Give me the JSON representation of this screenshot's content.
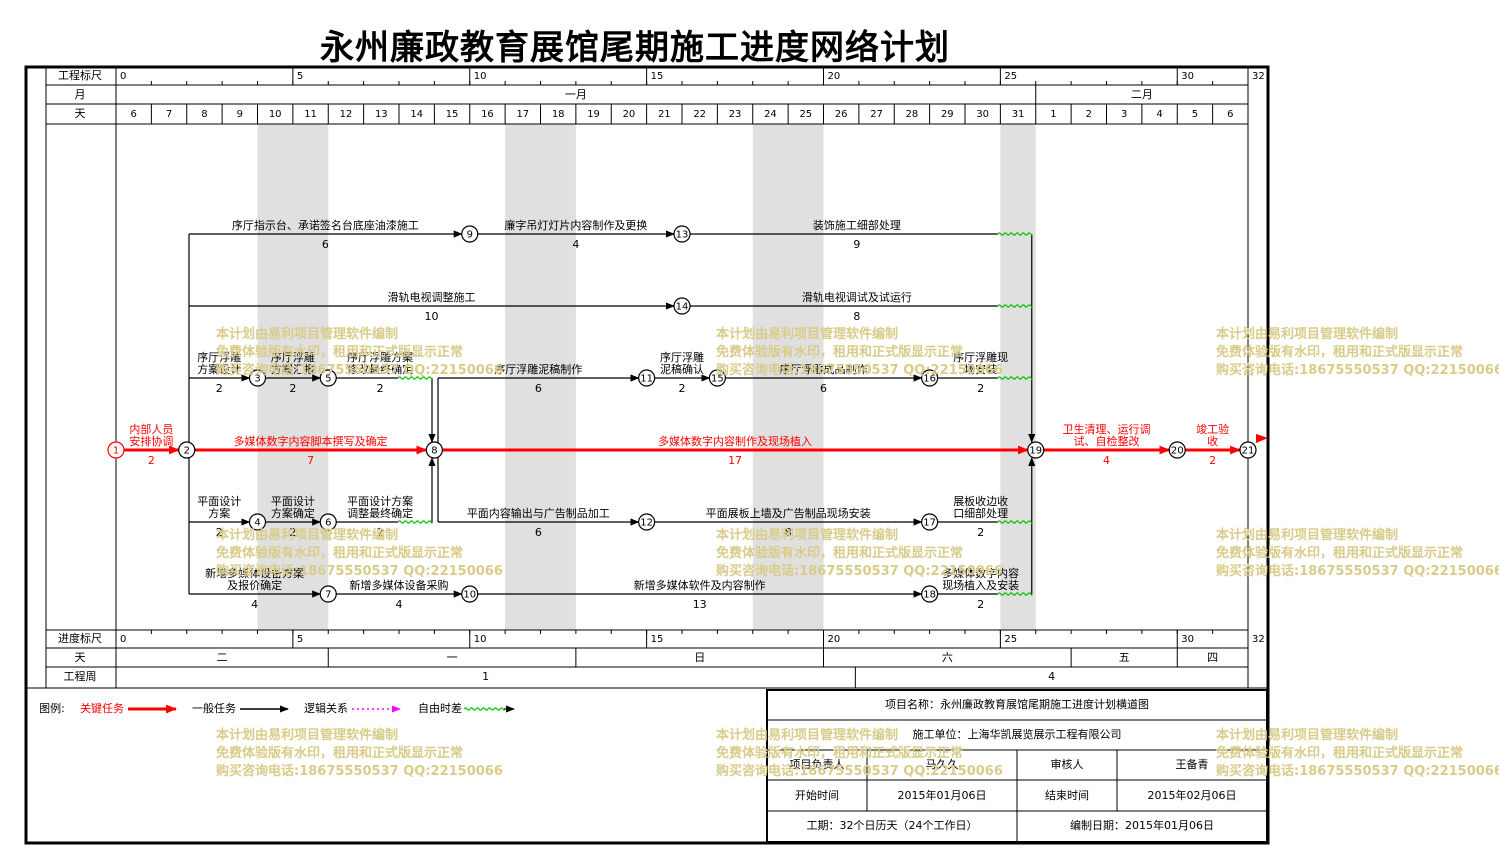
{
  "title": "永州廉政教育展馆尾期施工进度网络计划",
  "header": {
    "work_scale_label": "工程标尺",
    "month_label": "月",
    "day_label": "天",
    "scale_numbers": [
      "0",
      "5",
      "10",
      "15",
      "20",
      "25",
      "30",
      "32"
    ],
    "months": [
      "一月",
      "二月"
    ],
    "days": [
      "6",
      "7",
      "8",
      "9",
      "10",
      "11",
      "12",
      "13",
      "14",
      "15",
      "16",
      "17",
      "18",
      "19",
      "20",
      "21",
      "22",
      "23",
      "24",
      "25",
      "26",
      "27",
      "28",
      "29",
      "30",
      "31",
      "1",
      "2",
      "3",
      "4",
      "5",
      "6"
    ]
  },
  "footer_scale": {
    "progress_label": "进度标尺",
    "day_label": "天",
    "week_label": "工程周",
    "weekdays": [
      "二",
      "一",
      "日",
      "六",
      "五",
      "四"
    ],
    "weeks": [
      "1",
      "4"
    ]
  },
  "nodes": [
    {
      "id": "1",
      "style": "critical"
    },
    {
      "id": "2",
      "style": "normal"
    },
    {
      "id": "3",
      "style": "normal"
    },
    {
      "id": "4",
      "style": "normal"
    },
    {
      "id": "5",
      "style": "normal"
    },
    {
      "id": "6",
      "style": "normal"
    },
    {
      "id": "7",
      "style": "normal"
    },
    {
      "id": "8",
      "style": "normal"
    },
    {
      "id": "9",
      "style": "normal"
    },
    {
      "id": "10",
      "style": "normal"
    },
    {
      "id": "11",
      "style": "normal"
    },
    {
      "id": "12",
      "style": "normal"
    },
    {
      "id": "13",
      "style": "normal"
    },
    {
      "id": "14",
      "style": "normal"
    },
    {
      "id": "15",
      "style": "normal"
    },
    {
      "id": "16",
      "style": "normal"
    },
    {
      "id": "17",
      "style": "normal"
    },
    {
      "id": "18",
      "style": "normal"
    },
    {
      "id": "19",
      "style": "normal"
    },
    {
      "id": "20",
      "style": "normal"
    },
    {
      "id": "21",
      "style": "normal"
    }
  ],
  "tasks": [
    {
      "from": "1",
      "to": "2",
      "name": "内部人员\n安排协调",
      "duration": "2",
      "critical": true
    },
    {
      "from": "2",
      "to": "8",
      "name": "多媒体数字内容脚本撰写及确定",
      "duration": "7",
      "critical": true
    },
    {
      "from": "8",
      "to": "19",
      "name": "多媒体数字内容制作及现场植入",
      "duration": "17",
      "critical": true
    },
    {
      "from": "19",
      "to": "20",
      "name": "卫生清理、运行调\n试、自检整改",
      "duration": "4",
      "critical": true
    },
    {
      "from": "20",
      "to": "21",
      "name": "竣工验\n收",
      "duration": "2",
      "critical": true
    },
    {
      "from": "2",
      "to": "9",
      "name": "序厅指示台、承诺签名台底座油漆施工",
      "duration": "6",
      "critical": false
    },
    {
      "from": "9",
      "to": "13",
      "name": "廉字吊灯灯片内容制作及更换",
      "duration": "4",
      "critical": false
    },
    {
      "from": "13",
      "to": "19",
      "name": "装饰施工细部处理",
      "duration": "9",
      "critical": false
    },
    {
      "from": "2",
      "to": "14",
      "name": "滑轨电视调整施工",
      "duration": "10",
      "critical": false
    },
    {
      "from": "14",
      "to": "19",
      "name": "滑轨电视调试及试运行",
      "duration": "8",
      "critical": false
    },
    {
      "from": "2",
      "to": "3",
      "name": "序厅浮雕\n方案设计",
      "duration": "2",
      "critical": false
    },
    {
      "from": "3",
      "to": "5",
      "name": "序厅浮雕\n方案汇报",
      "duration": "2",
      "critical": false
    },
    {
      "from": "5",
      "to": "8",
      "name": "序厅浮雕方案\n修改最终确定",
      "duration": "2",
      "critical": false
    },
    {
      "from": "8",
      "to": "11",
      "name": "序厅浮雕泥稿制作",
      "duration": "6",
      "critical": false
    },
    {
      "from": "11",
      "to": "15",
      "name": "序厅浮雕\n泥稿确认",
      "duration": "2",
      "critical": false
    },
    {
      "from": "15",
      "to": "16",
      "name": "序厅浮雕成品制作",
      "duration": "6",
      "critical": false
    },
    {
      "from": "16",
      "to": "19",
      "name": "序厅浮雕现\n场安装",
      "duration": "2",
      "critical": false
    },
    {
      "from": "2",
      "to": "4",
      "name": "平面设计\n方案",
      "duration": "2",
      "critical": false
    },
    {
      "from": "4",
      "to": "6",
      "name": "平面设计\n方案确定",
      "duration": "2",
      "critical": false
    },
    {
      "from": "6",
      "to": "8",
      "name": "平面设计方案\n调整最终确定",
      "duration": "2",
      "critical": false
    },
    {
      "from": "8",
      "to": "12",
      "name": "平面内容输出与广告制品加工",
      "duration": "6",
      "critical": false
    },
    {
      "from": "12",
      "to": "17",
      "name": "平面展板上墙及广告制品现场安装",
      "duration": "8",
      "critical": false
    },
    {
      "from": "17",
      "to": "19",
      "name": "展板收边收\n口细部处理",
      "duration": "2",
      "critical": false
    },
    {
      "from": "2",
      "to": "7",
      "name": "新增多媒体设备方案\n及报价确定",
      "duration": "4",
      "critical": false
    },
    {
      "from": "7",
      "to": "10",
      "name": "新增多媒体设备采购",
      "duration": "4",
      "critical": false
    },
    {
      "from": "10",
      "to": "18",
      "name": "新增多媒体软件及内容制作",
      "duration": "13",
      "critical": false
    },
    {
      "from": "18",
      "to": "19",
      "name": "多媒体数字内容\n现场植入及安装",
      "duration": "2",
      "critical": false
    }
  ],
  "legend": {
    "label": "图例:",
    "items": [
      {
        "label": "关键任务",
        "type": "critical"
      },
      {
        "label": "一般任务",
        "type": "normal"
      },
      {
        "label": "逻辑关系",
        "type": "logic"
      },
      {
        "label": "自由时差",
        "type": "float"
      }
    ]
  },
  "info": {
    "project_name": "项目名称：永州廉政教育展馆尾期施工进度计划横道图",
    "contractor": "施工单位：上海华凯展览展示工程有限公司",
    "manager_label": "项目负责人",
    "manager_value": "马久久",
    "reviewer_label": "审核人",
    "reviewer_value": "王备青",
    "start_label": "开始时间",
    "start_value": "2015年01月06日",
    "end_label": "结束时间",
    "end_value": "2015年02月06日",
    "duration_text": "工期：32个日历天（24个工作日）",
    "compile_text": "编制日期：2015年01月06日"
  },
  "watermark": {
    "lines": [
      "本计划由易利项目管理软件编制",
      "免费体验版有水印，租用和正式版显示正常",
      "购买咨询电话:18675550537 QQ:22150066"
    ]
  },
  "colors": {
    "critical": "#ff0000",
    "normal": "#000000",
    "logic": "#000000",
    "float": "#00c000",
    "float_legend": "#ff00ff",
    "shade": "#e0e0e0",
    "watermark": "#d9cc8a"
  }
}
